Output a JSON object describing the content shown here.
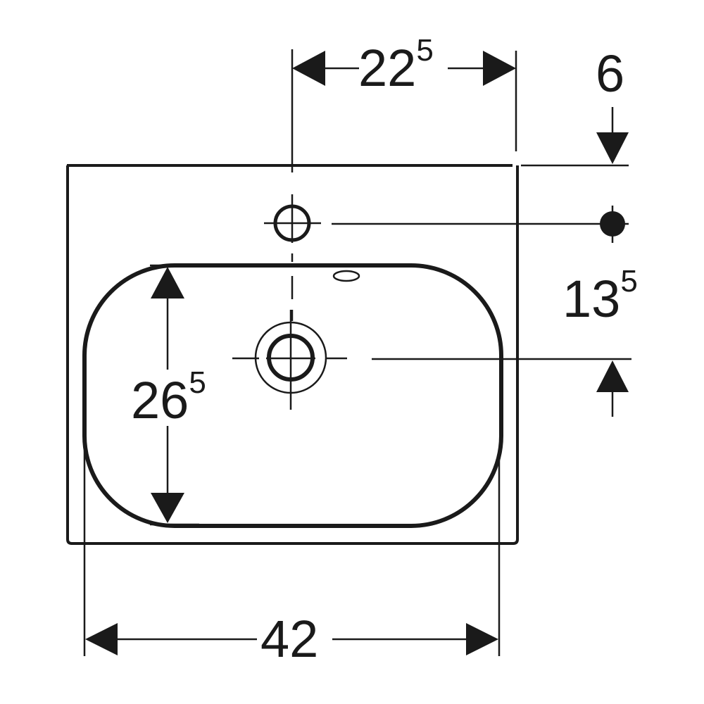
{
  "dimensions": {
    "top_width": {
      "main": "22",
      "sup": "5"
    },
    "top_offset": {
      "main": "6",
      "sup": ""
    },
    "tap_offset": {
      "main": "13",
      "sup": "5"
    },
    "bowl_depth": {
      "main": "26",
      "sup": "5"
    },
    "total_width": {
      "main": "42",
      "sup": ""
    }
  },
  "colors": {
    "line": "#1a1a1a",
    "background": "#ffffff"
  }
}
